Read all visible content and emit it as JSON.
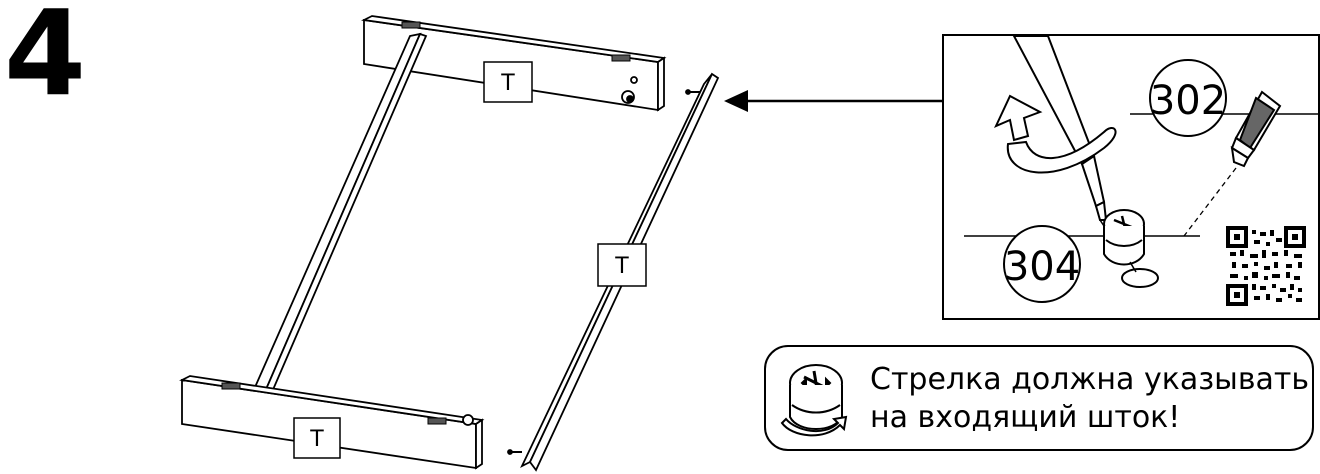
{
  "step": {
    "number": "4"
  },
  "panels": {
    "top_label": "T",
    "right_label": "T",
    "bottom_label": "T"
  },
  "detail": {
    "part_a": "302",
    "part_b": "304"
  },
  "callout": {
    "line1": "Стрелка должна указывать",
    "line2": "на входящий шток!"
  },
  "colors": {
    "ink": "#000000",
    "hinge": "#444444",
    "background": "#ffffff"
  },
  "icons": [
    "cam-lock-icon",
    "screwdriver-icon",
    "rotation-arrow-icon",
    "dowel-icon",
    "qr-code-icon",
    "direction-arrow-icon"
  ]
}
